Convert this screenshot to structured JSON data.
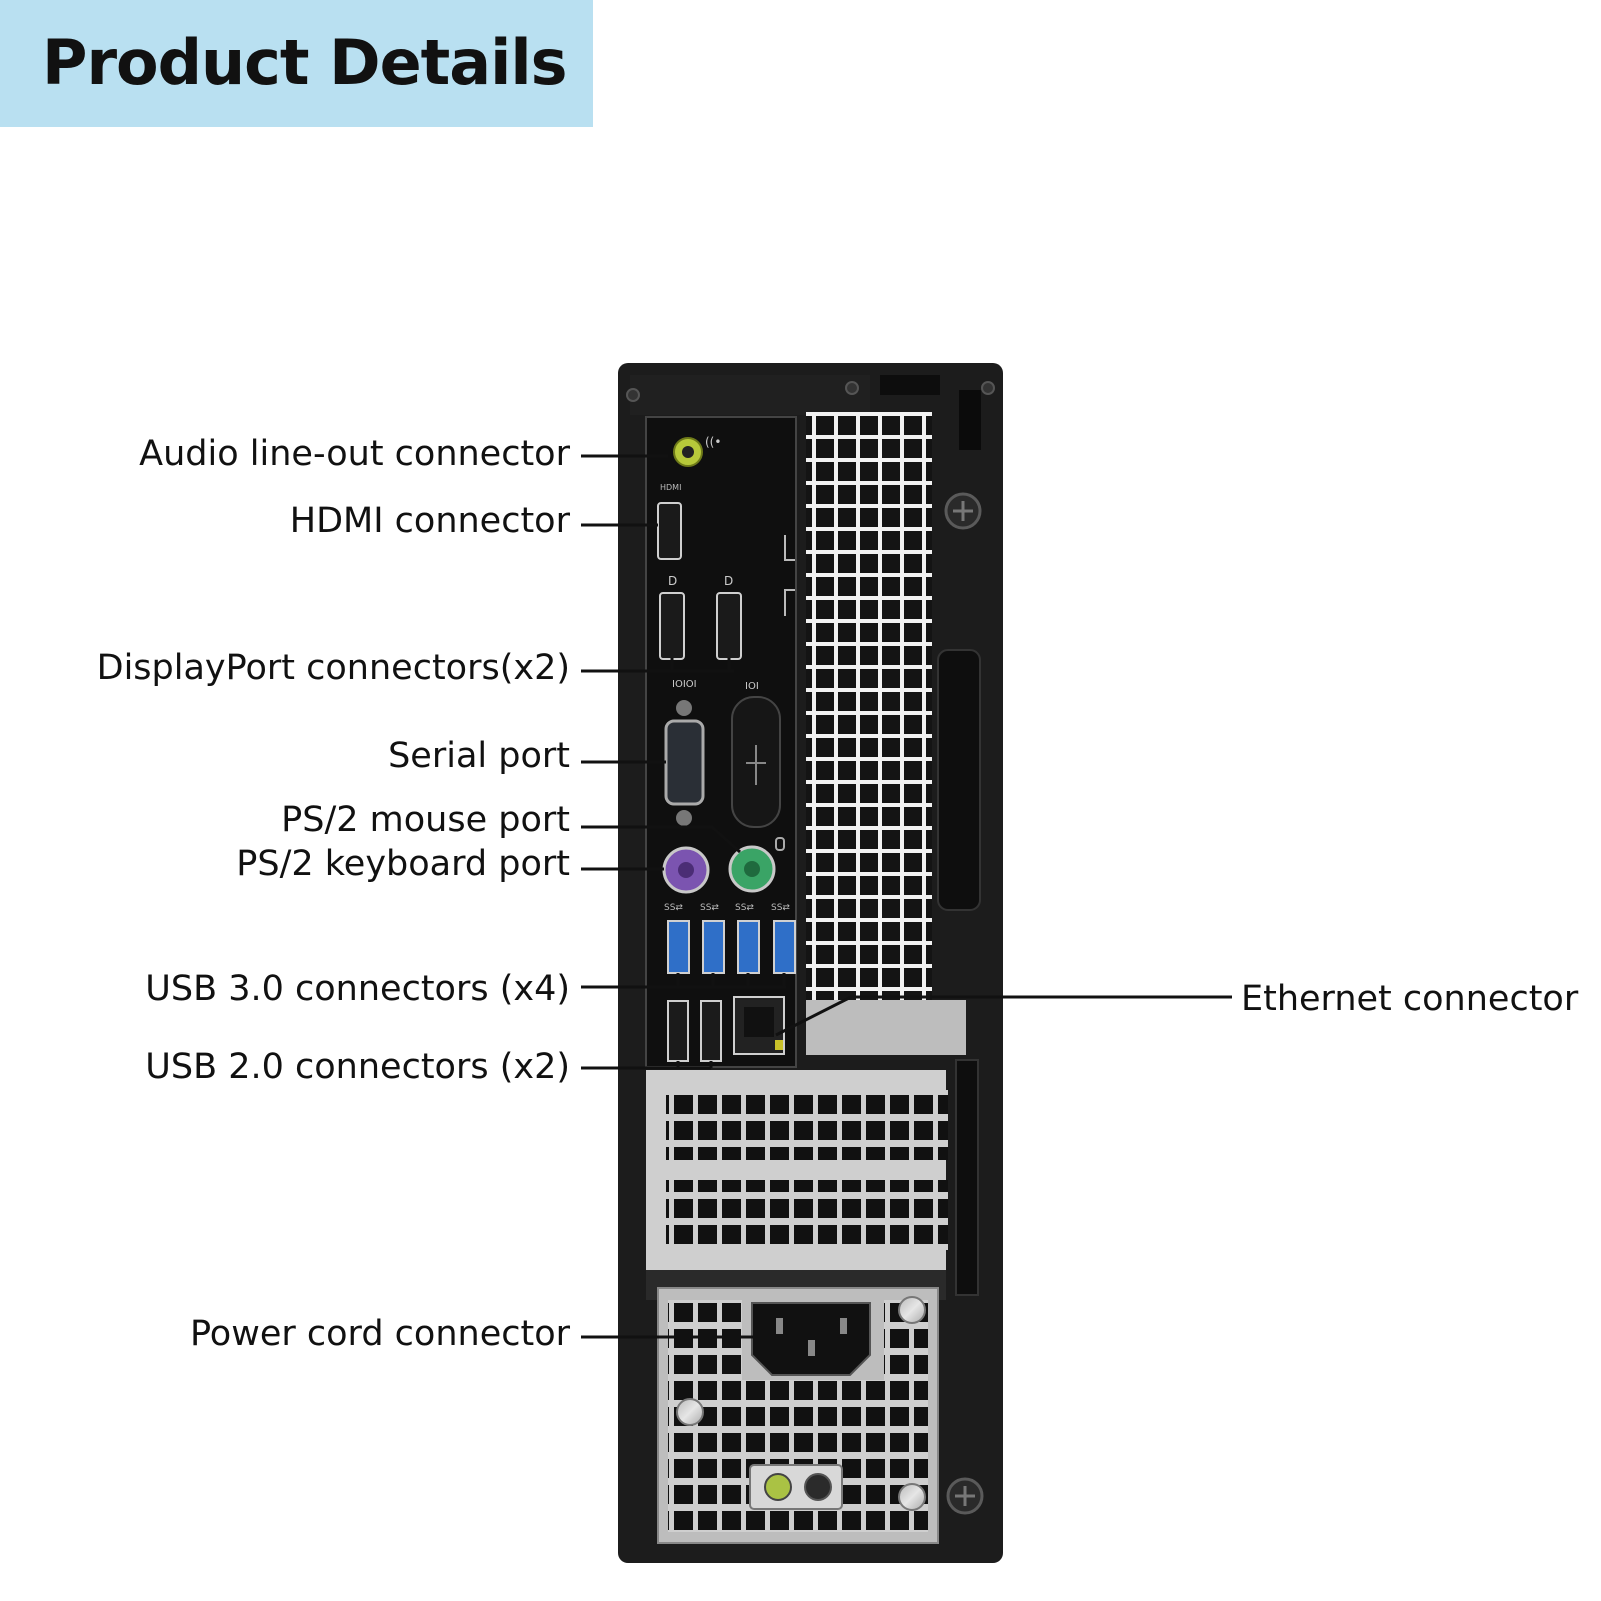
{
  "header": {
    "title": "Product Details"
  },
  "callouts": {
    "audio": "Audio line-out connector",
    "hdmi": "HDMI connector",
    "displayport": "DisplayPort connectors(x2)",
    "serial": "Serial port",
    "ps2_mouse": "PS/2 mouse port",
    "ps2_keyboard": "PS/2 keyboard port",
    "usb3": "USB 3.0 connectors (x4)",
    "usb2": "USB 2.0 connectors (x2)",
    "power": "Power cord connector",
    "ethernet": "Ethernet connector"
  },
  "colors": {
    "banner": "#b9e0f1",
    "chassis": "#1c1c1c",
    "usb3_blue": "#2f6fc8",
    "audio_green": "#a9c43a",
    "ps2_mouse_green": "#3aa466",
    "ps2_keyboard_purple": "#7b54b0"
  }
}
